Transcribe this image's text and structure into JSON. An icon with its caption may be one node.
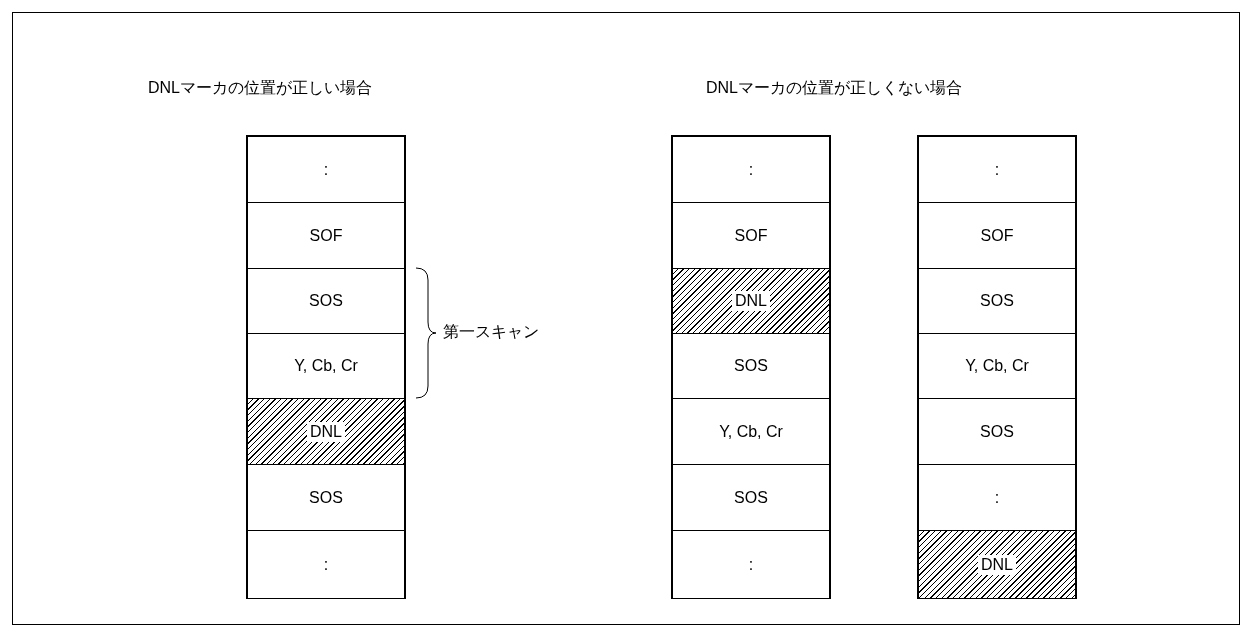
{
  "diagram": {
    "nodes": [
      {
        "text": [
          ":"
        ]
      },
      {
        "text": [
          "SOF"
        ]
      },
      {
        "text": [
          "SOS"
        ]
      },
      {
        "text": [
          "Y, Cb, Cr"
        ]
      },
      {
        "text": [
          "DNL"
        ]
      },
      {
        "text": [
          "SOS"
        ]
      },
      {
        "text": [
          ":"
        ]
      },
      {
        "text": [
          ":"
        ]
      },
      {
        "text": [
          "SOF"
        ]
      },
      {
        "text": [
          "DNL"
        ]
      },
      {
        "text": [
          "SOS"
        ]
      },
      {
        "text": [
          "Y, Cb, Cr"
        ]
      },
      {
        "text": [
          "SOS"
        ]
      },
      {
        "text": [
          ":"
        ]
      },
      {
        "text": [
          ":"
        ]
      },
      {
        "text": [
          "SOF"
        ]
      },
      {
        "text": [
          "SOS"
        ]
      },
      {
        "text": [
          "Y, Cb, Cr"
        ]
      },
      {
        "text": [
          "SOS"
        ]
      },
      {
        "text": [
          ":"
        ]
      },
      {
        "text": [
          "DNL"
        ]
      }
    ],
    "labels": [
      "DNLマーカの位置が正しい場合",
      "DNLマーカの位置が正しくない場合",
      "第一スキャン"
    ]
  }
}
